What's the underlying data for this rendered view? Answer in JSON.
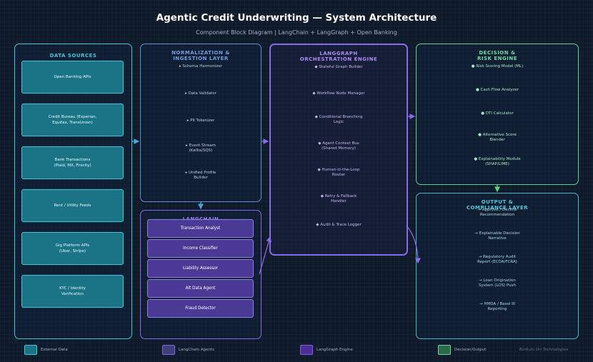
{
  "header": {
    "title": "Agentic Credit Underwriting — System Architecture",
    "subtitle": "Component Block Diagram  |  LangChain + LangGraph + Open Banking"
  },
  "data_sources": {
    "title": "DATA SOURCES",
    "items": [
      "Open Banking APIs",
      "Credit Bureau (Experian,\nEquifax, TransUnion)",
      "Bank Transactions\n(Plaid, MX, Finicity)",
      "Rent / Utility Feeds",
      "Gig Platform APIs\n(Uber, Stripe)",
      "KYC / Identity\nVerification"
    ]
  },
  "normalization": {
    "title": "NORMALIZATION &\nINGESTION LAYER",
    "items": [
      "▸  Schema Harmonizer",
      "▸  Data Validator",
      "▸  PII Tokenizer",
      "▸  Event Stream\n(Kafka/SQS)",
      "▸  Unified Profile\nBuilder"
    ]
  },
  "langchain": {
    "title": "LANGCHAIN",
    "agents": [
      "Transaction Analyst",
      "Income Classifier",
      "Liability Assessor",
      "Alt Data Agent",
      "Fraud Detector"
    ]
  },
  "langgraph": {
    "title": "LANGGRAPH\nORCHESTRATION ENGINE",
    "items": [
      "◆  Stateful Graph Builder",
      "◆  Workflow Node Manager",
      "◆  Conditional Branching\nLogic",
      "◆  Agent Context Bus\n(Shared Memory)",
      "◆  Human-in-the-Loop\nRouter",
      "◆  Retry & Fallback\nHandler",
      "◆  Audit & Trace Logger"
    ]
  },
  "decision": {
    "title": "DECISION &\nRISK ENGINE",
    "items": [
      "●  Risk Scoring Model (ML)",
      "●  Cash Flow Analyzer",
      "●  DTI Calculator",
      "●  Alternative Score\nBlender",
      "●  Explainability Module\n(SHAP/LIME)"
    ]
  },
  "output": {
    "title": "OUTPUT &\nCOMPLIANCE LAYER",
    "items": [
      "→  Approve / Decline\nRecommendation",
      "→  Explainable Decision\nNarrative",
      "→  Regulatory Audit\nReport (ECOA/FCRA)",
      "→  Loan Origination\nSystem (LOS) Push",
      "→  HMDA / Basel III\nReporting"
    ]
  },
  "legend": {
    "items": [
      {
        "label": "External Data",
        "color": "#1b7386",
        "border": "#3ec9d6"
      },
      {
        "label": "LangChain Agents",
        "color": "#3e3e7a",
        "border": "#7a6ad0"
      },
      {
        "label": "LangGraph Engine",
        "color": "#4b2f96",
        "border": "#8a5ae0"
      },
      {
        "label": "Decision/Output",
        "color": "#2a6a4a",
        "border": "#6fd29a"
      }
    ]
  },
  "footer": {
    "note": "BinRulu Ori Technologies"
  },
  "colors": {
    "cyan": "#3ec9d6",
    "blue": "#5b8fd6",
    "purple": "#8a6ae8",
    "green": "#5fcf8a",
    "output_teal": "#3fb8c8"
  }
}
